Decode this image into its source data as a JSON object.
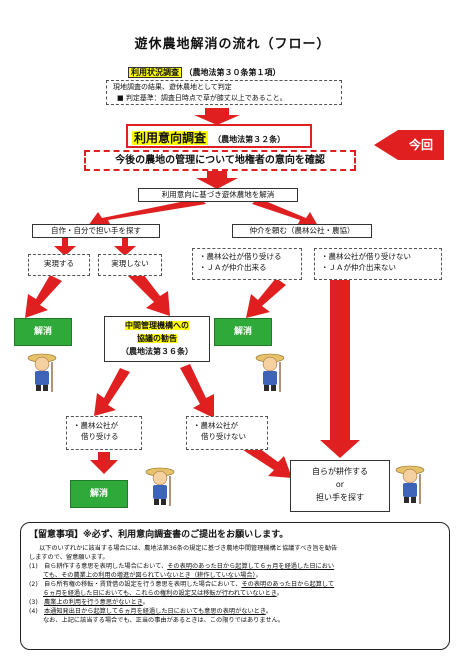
{
  "title": "遊休農地解消の流れ（フロー）",
  "survey": {
    "heading": "利用状況調査",
    "ref": "（農地法第３０条第１項）",
    "line1": "現地調査の結果、遊休農地として判定",
    "line2": "■ 判定基準：調査日時点で草が膝丈以上であること。"
  },
  "intent_survey": {
    "heading": "利用意向調査",
    "ref": "（農地法第３２条）"
  },
  "konkai": "今回",
  "confirm": "今後の農地の管理について地権者の意向を確認",
  "resolve_based": "利用意向に基づき遊休農地を解消",
  "self": "自作・自分で担い手を探す",
  "intermediary": "仲介を頼む（農林公社・農協）",
  "achieved": "実現する",
  "not_achieved": "実現しない",
  "corp_yes": {
    "line1": "・農林公社が借り受ける",
    "line2": "・ＪＡが仲介出来る"
  },
  "corp_no": {
    "line1": "・農林公社が借り受けない",
    "line2": "・ＪＡが仲介出来ない"
  },
  "resolved": "解消",
  "recommend": {
    "line1": "中間管理機構への",
    "line2": "協議の勧告",
    "line3": "（農地法第３６条）"
  },
  "borrow_yes": {
    "line1": "・農林公社が",
    "line2": "借り受ける"
  },
  "borrow_no": {
    "line1": "・農林公社が",
    "line2": "借り受けない"
  },
  "farm_self": {
    "line1": "自らが耕作する",
    "line2": "or",
    "line3": "担い手を探す"
  },
  "notes": {
    "heading": "【留意事項】※必ず、利用意向調査書のご提出をお願いします。",
    "intro1": "以下のいずれかに該当する場合には、農地法第36条の規定に基づき農地中間管理機構と協議すべき旨を勧告",
    "intro2": "しますので、留意願います。",
    "n1a_pre": "(1)　自ら耕作する意思を表明した場合において、",
    "n1a_u": "その表明のあった日から起算して６ヵ月を経過した日におい",
    "n1b_u": "ても、その農業上の利用の増進が図られていないとき（耕作していない場合）",
    "n1b_post": "。",
    "n2a_pre": "(2)　自ら所有権の移転・賃貸借の設定を行う意思を表明した場合において、",
    "n2a_u": "その表明のあった日から起算して",
    "n2b_u": "６ヵ月を経過した日においても、これらの権利の設定又は移転が行われていないとき",
    "n2b_post": "。",
    "n3_pre": "(3)　",
    "n3_u": "農業上の利用を行う意思がないとき",
    "n3_post": "。",
    "n4_pre": "(4)　",
    "n4_u": "本通知発出日から起算して６ヵ月を経過した日においても意思の表明がないとき",
    "n4_post": "。",
    "closing": "なお、上記に該当する場合でも、正当の事由があるときは、この限りではありません。"
  },
  "colors": {
    "red": "#e02020",
    "green": "#2faa3a",
    "yellow": "#ffff00"
  }
}
